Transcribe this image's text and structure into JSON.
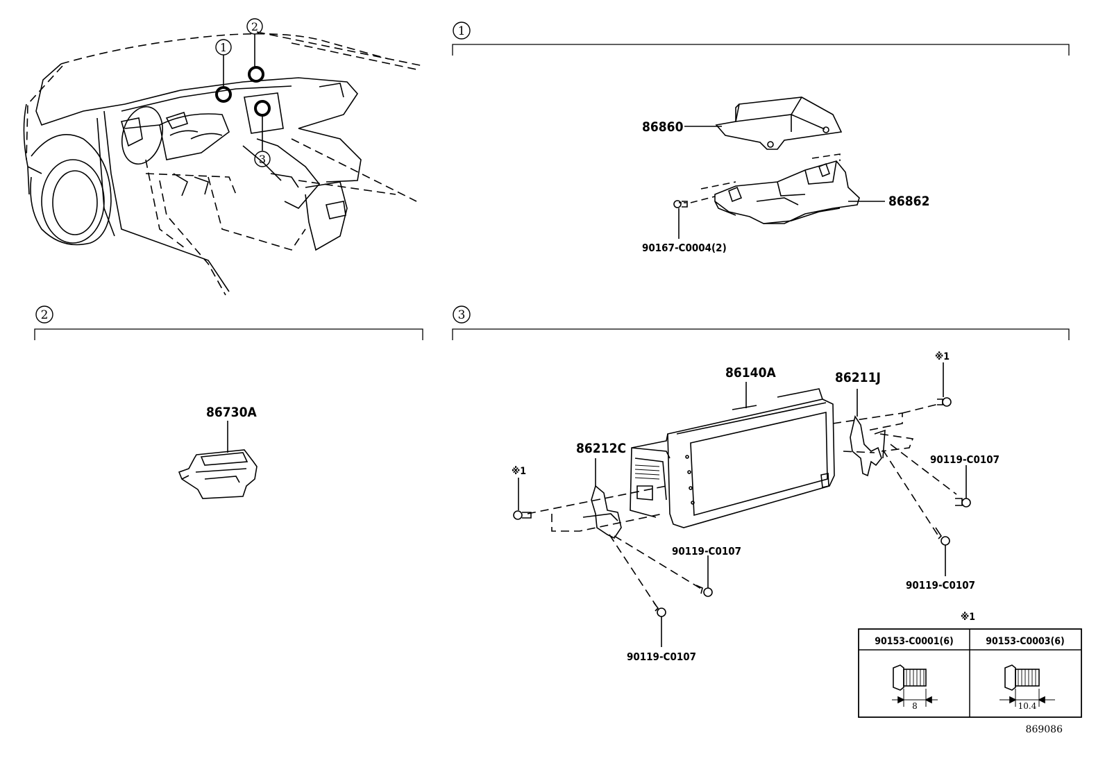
{
  "sections": {
    "s1": {
      "marker": "1"
    },
    "s2": {
      "marker": "2"
    },
    "s3": {
      "marker": "3"
    }
  },
  "overview": {
    "callouts": [
      "1",
      "2",
      "3"
    ]
  },
  "parts": {
    "p86860": "86860",
    "p86862": "86862",
    "p90167": "90167-C0004(2)",
    "p86730A": "86730A",
    "p86140A": "86140A",
    "p86211J": "86211J",
    "p86212C": "86212C",
    "bolt_a": "90119-C0107",
    "bolt_b": "90119-C0107",
    "bolt_c": "90119-C0107",
    "bolt_d": "90119-C0107"
  },
  "notes": {
    "ref_mark": "※1"
  },
  "table": {
    "title": "※1",
    "col1": {
      "part": "90153-C0001(6)",
      "dim": "8"
    },
    "col2": {
      "part": "90153-C0003(6)",
      "dim": "10.4"
    }
  },
  "diagram_id": "869086"
}
